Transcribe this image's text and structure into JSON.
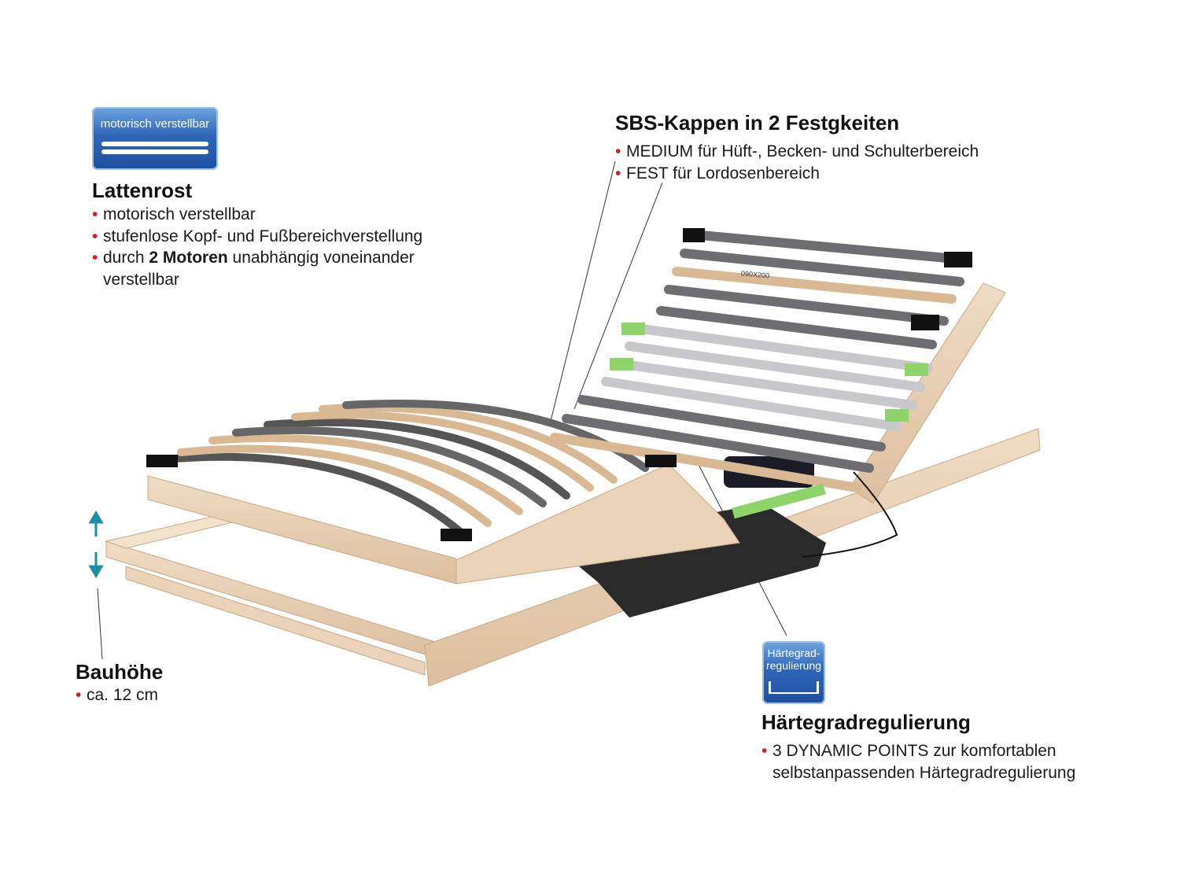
{
  "badges": {
    "motor": "motorisch verstellbar",
    "haerte_line1": "Härtegrad-",
    "haerte_line2": "regulierung"
  },
  "sections": {
    "sbs": {
      "title": "SBS-Kappen in 2 Festgkeiten",
      "bullets": [
        "MEDIUM für Hüft-, Becken- und Schulterbereich",
        "FEST für Lordosenbereich"
      ]
    },
    "lattenrost": {
      "title": "Lattenrost",
      "bullets": [
        "motorisch verstellbar",
        "stufenlose Kopf- und Fußbereichverstellung"
      ],
      "b3_pre": "durch ",
      "b3_bold": "2 Motoren",
      "b3_post": " unabhängig voneinander",
      "b3_line2": "verstellbar"
    },
    "bauhoehe": {
      "title": "Bauhöhe",
      "bullets": [
        "ca. 12 cm"
      ]
    },
    "haertegrad": {
      "title": "Härtegradregulierung",
      "bullets_line1": "3 DYNAMIC POINTS zur komfortablen",
      "bullets_line2": "selbstanpassenden Härtegradregulierung"
    }
  },
  "product": {
    "size_label": "090X200"
  },
  "colors": {
    "bullet": "#d32020",
    "badge": "#2f66b8",
    "arrow": "#1a8fa8",
    "wood": "#e8cfb3"
  }
}
